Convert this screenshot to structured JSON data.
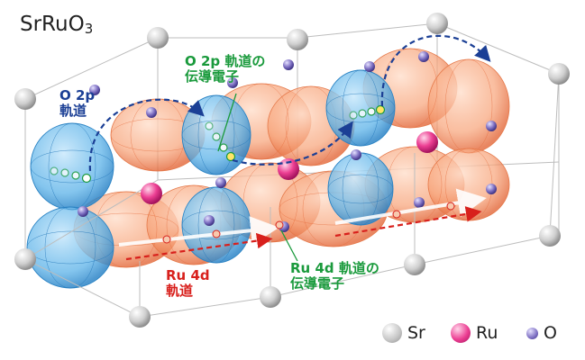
{
  "title": {
    "main": "SrRuO",
    "sub": "3"
  },
  "labels": {
    "o2p_orbital": {
      "line1": "O 2p",
      "line2": "軌道"
    },
    "o2p_electron": {
      "line1": "O 2p 軌道の",
      "line2": "伝導電子"
    },
    "ru4d_orbital": {
      "line1": "Ru 4d",
      "line2": "軌道"
    },
    "ru4d_electron": {
      "line1": "Ru 4d 軌道の",
      "line2": "伝導電子"
    }
  },
  "legend": [
    {
      "label": "Sr",
      "color": "#c4c4c4",
      "icon": "sr-atom-icon"
    },
    {
      "label": "Ru",
      "color": "#ec3f93",
      "icon": "ru-atom-icon"
    },
    {
      "label": "O",
      "color": "#7d6fc2",
      "icon": "o-atom-icon"
    }
  ],
  "colors": {
    "o2p_lobe": "#4aa8e4",
    "ru4d_lobe": "#f4874f",
    "o2p_path": "#1b3f95",
    "ru4d_path": "#d8201c",
    "electron_label": "#1a9a3c"
  }
}
